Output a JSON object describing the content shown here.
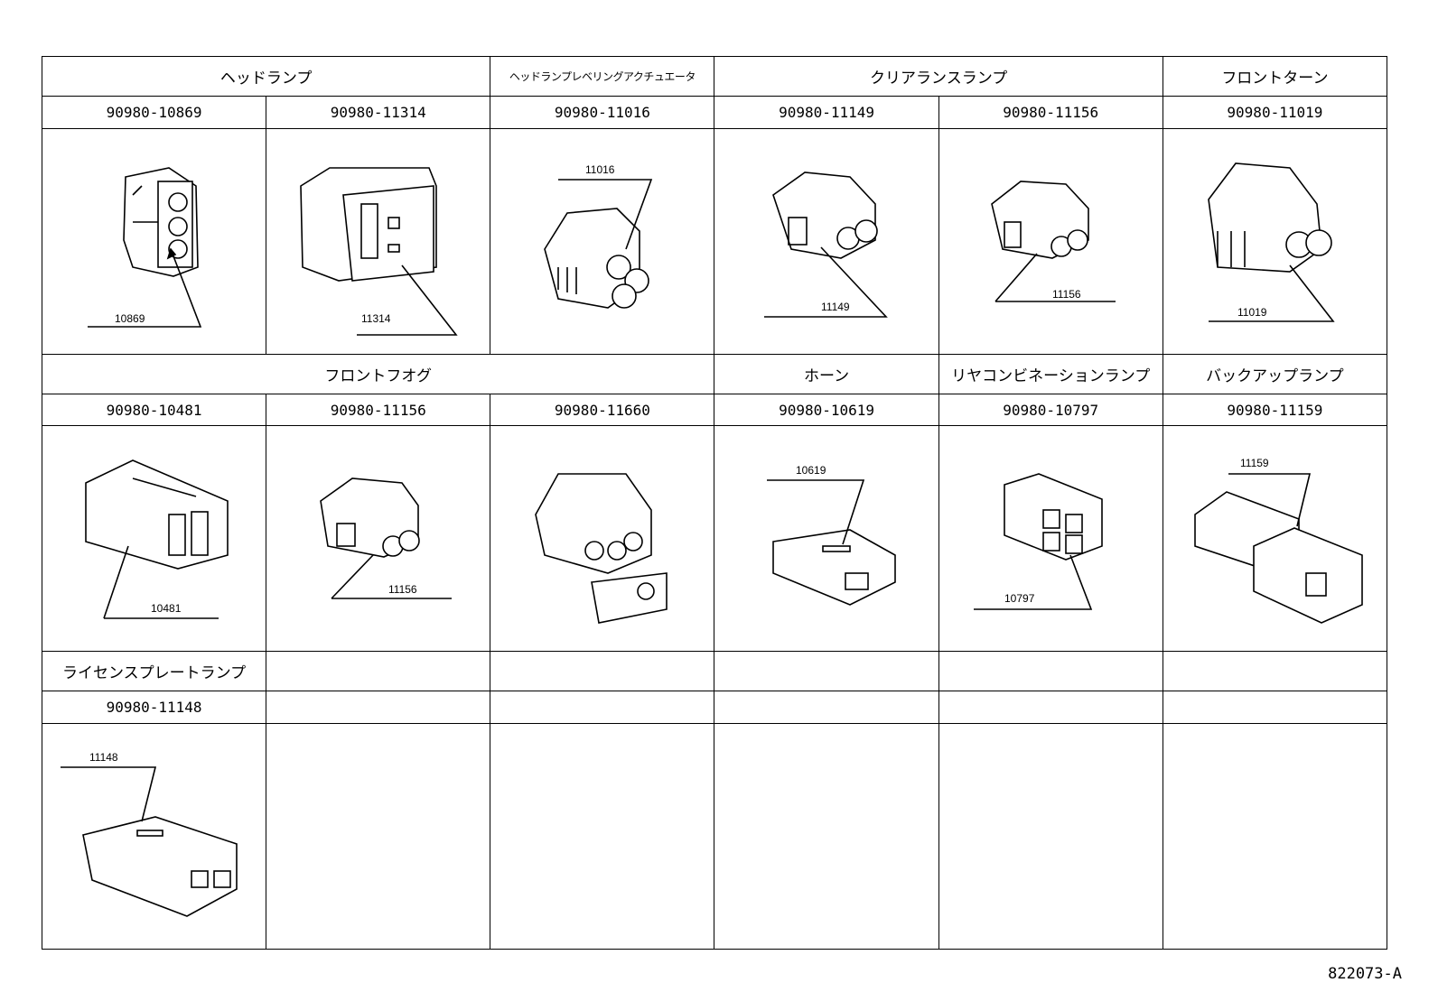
{
  "groups": {
    "headlamp": "ヘッドランプ",
    "headlamp_leveling": "ヘッドランプレベリングアクチュエータ",
    "clearance": "クリアランスランプ",
    "front_turn": "フロントターン",
    "front_fog": "フロントフオグ",
    "horn": "ホーン",
    "rear_combination": "リヤコンビネーションランプ",
    "backup": "バックアップランプ",
    "license": "ライセンスプレートランプ"
  },
  "parts": {
    "p1": "90980-10869",
    "p2": "90980-11314",
    "p3": "90980-11016",
    "p4": "90980-11149",
    "p5": "90980-11156",
    "p6": "90980-11019",
    "p7": "90980-10481",
    "p8": "90980-11156",
    "p9": "90980-11660",
    "p10": "90980-10619",
    "p11": "90980-10797",
    "p12": "90980-11159",
    "p13": "90980-11148"
  },
  "callouts": {
    "c1": "10869",
    "c2": "11314",
    "c3": "11016",
    "c4": "11149",
    "c5": "11156",
    "c6": "11019",
    "c7": "10481",
    "c8": "11156",
    "c10": "10619",
    "c11": "10797",
    "c12": "11159",
    "c13": "11148"
  },
  "figure_id": "822073-A"
}
